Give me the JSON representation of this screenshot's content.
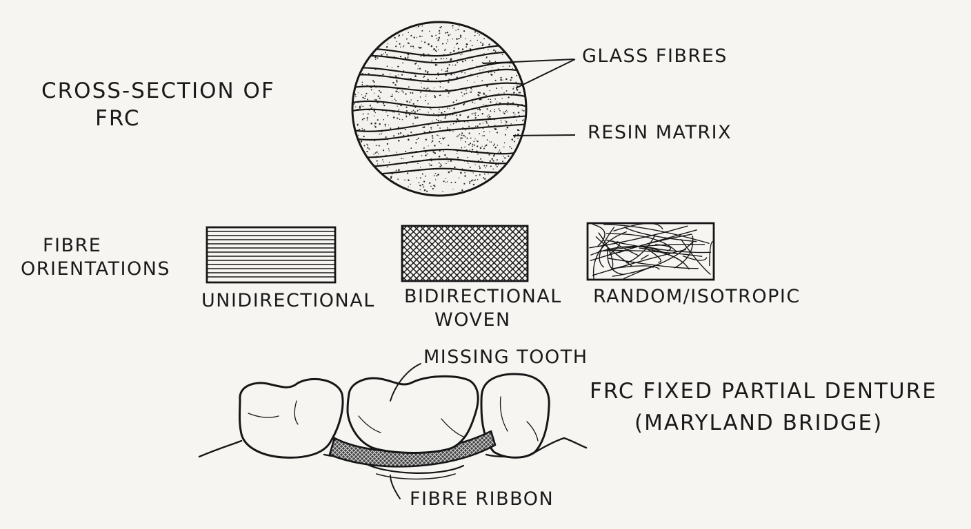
{
  "cross_section": {
    "title_line1": "CROSS-SECTION OF",
    "title_line2": "FRC",
    "label_glass_fibres": "GLASS FIBRES",
    "label_resin_matrix": "RESIN MATRIX"
  },
  "orientations": {
    "title_line1": "FIBRE",
    "title_line2": "ORIENTATIONS",
    "unidirectional": "UNIDIRECTIONAL",
    "bidirectional_line1": "BIDIRECTIONAL",
    "bidirectional_line2": "WOVEN",
    "random": "RANDOM/ISOTROPIC"
  },
  "bridge": {
    "label_missing_tooth": "MISSING TOOTH",
    "label_fibre_ribbon": "FIBRE RIBBON",
    "title_line1": "FRC FIXED PARTIAL DENTURE",
    "title_line2": "(MARYLAND BRIDGE)"
  },
  "colors": {
    "ink": "#161616",
    "paper": "#f6f5f2"
  }
}
